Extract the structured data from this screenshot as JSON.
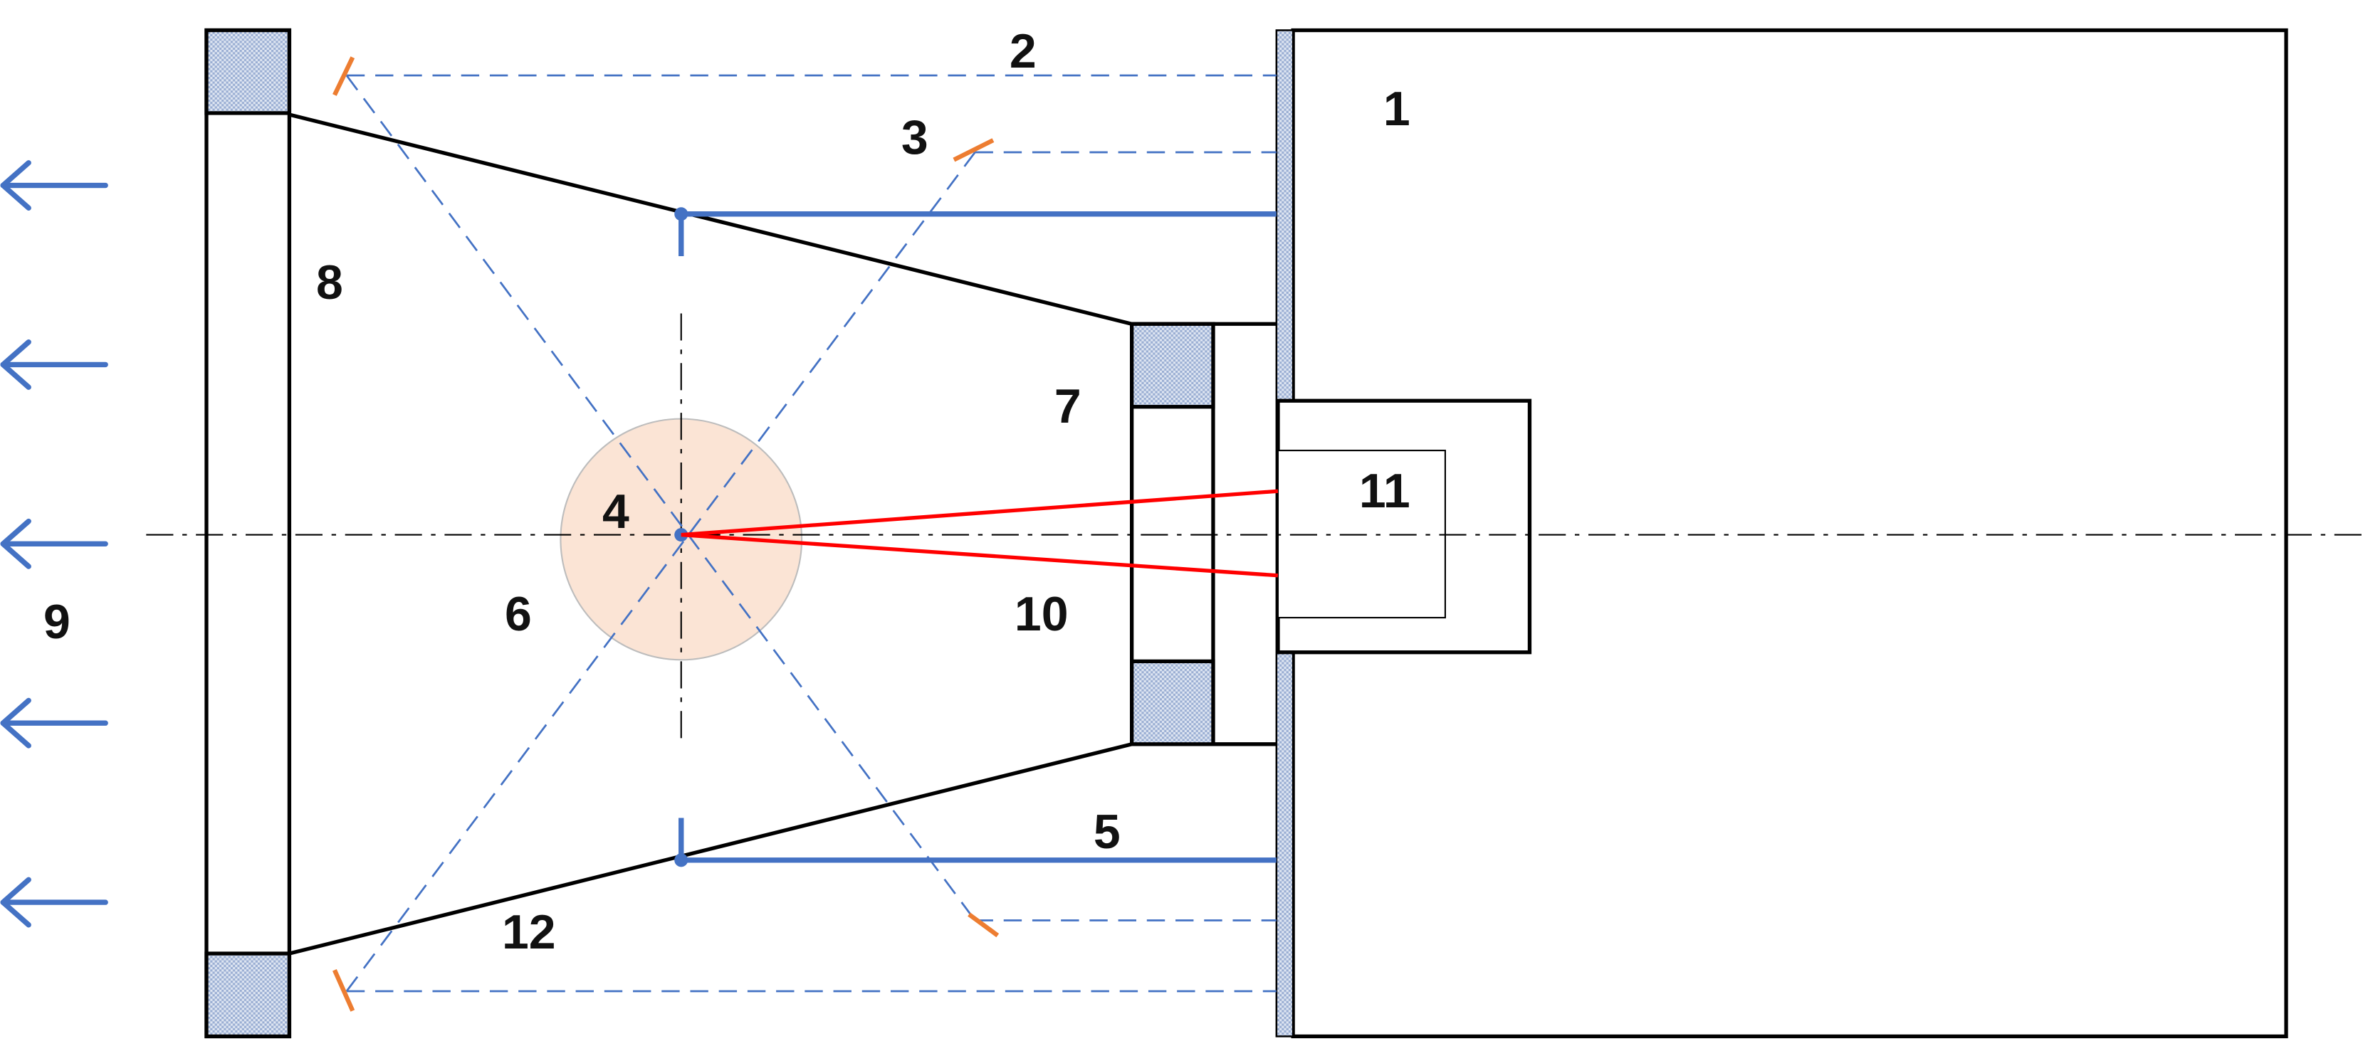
{
  "labels": {
    "l1": "1",
    "l2": "2",
    "l3": "3",
    "l4": "4",
    "l5": "5",
    "l6": "6",
    "l7": "7",
    "l8": "8",
    "l9": "9",
    "l10": "10",
    "l11": "11",
    "l12": "12"
  },
  "colors": {
    "outline": "#000000",
    "blue": "#4472C4",
    "red": "#FF0000",
    "orange": "#ED7D31",
    "sphere_fill": "#FBE4D5",
    "hatch": "#C9D5EA"
  }
}
